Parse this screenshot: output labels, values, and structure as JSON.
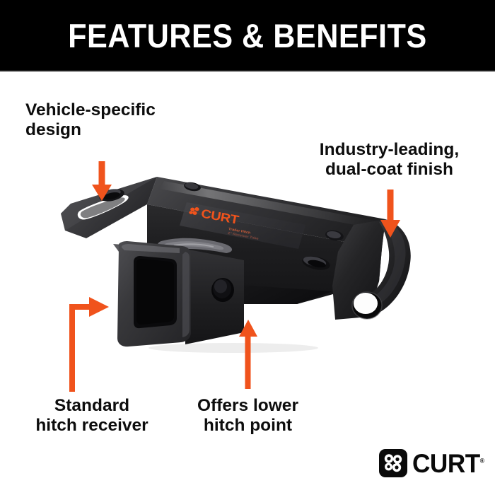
{
  "header": {
    "title": "FEATURES & BENEFITS",
    "background_color": "#000000",
    "text_color": "#FFFFFF"
  },
  "theme": {
    "accent_color": "#F0531C",
    "text_color": "#0D0D0D",
    "page_background": "#FFFFFF",
    "product_color": "#2B2B2D"
  },
  "callouts": [
    {
      "id": "vehicle-specific",
      "text": "Vehicle-specific\ndesign",
      "arrow": "down",
      "align": "left"
    },
    {
      "id": "dual-coat",
      "text": "Industry-leading,\ndual-coat finish",
      "arrow": "down",
      "align": "center"
    },
    {
      "id": "standard-receiver",
      "text": "Standard\nhitch receiver",
      "arrow": "elbow-up-right",
      "align": "center"
    },
    {
      "id": "lower-hitch",
      "text": "Offers lower\nhitch point",
      "arrow": "up",
      "align": "center"
    }
  ],
  "product": {
    "name": "trailer-hitch-receiver",
    "decal_text": "CURT",
    "decal_color": "#F0531C"
  },
  "brand": {
    "name": "CURT",
    "trademark": "®",
    "mark_name": "curt-pinwheel-logo"
  }
}
